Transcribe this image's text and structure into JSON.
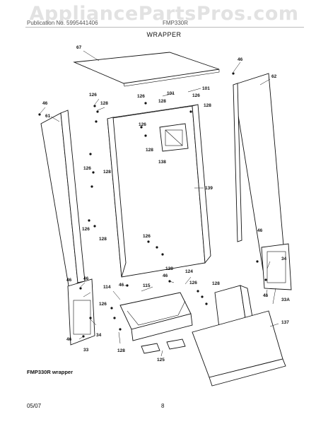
{
  "watermark": "AppliancePartsPros.com",
  "header": {
    "left_text": "Publication No. 5995441406",
    "right_text": "FMP330R",
    "section": "WRAPPER"
  },
  "caption": "FMP330R wrapper",
  "footer": {
    "date": "05/07",
    "page": "8"
  },
  "callouts": {
    "c67": "67",
    "c46a": "46",
    "c62": "62",
    "c126a": "126",
    "c126b": "126",
    "c101a": "101",
    "c101b": "101",
    "c128a": "128",
    "c128b": "128",
    "c128c": "128",
    "c46b": "46",
    "c61": "61",
    "c126c": "126",
    "c126d": "126",
    "c128d": "128",
    "c138": "138",
    "c126e": "126",
    "c128e": "128",
    "c139": "139",
    "c126f": "126",
    "c128f": "128",
    "c46c": "46",
    "c126g": "126",
    "c128g": "128",
    "c34a": "34",
    "c46d": "46",
    "c124": "124",
    "c46e": "46",
    "c114": "114",
    "c46f": "46",
    "c115": "115",
    "c126h": "126",
    "c128h": "128",
    "c46g": "46",
    "c33a": "33A",
    "c46h": "46",
    "c126i": "126",
    "c34b": "34",
    "c46i": "46",
    "c33": "33",
    "c128i": "128",
    "c137": "137",
    "c125": "125"
  }
}
